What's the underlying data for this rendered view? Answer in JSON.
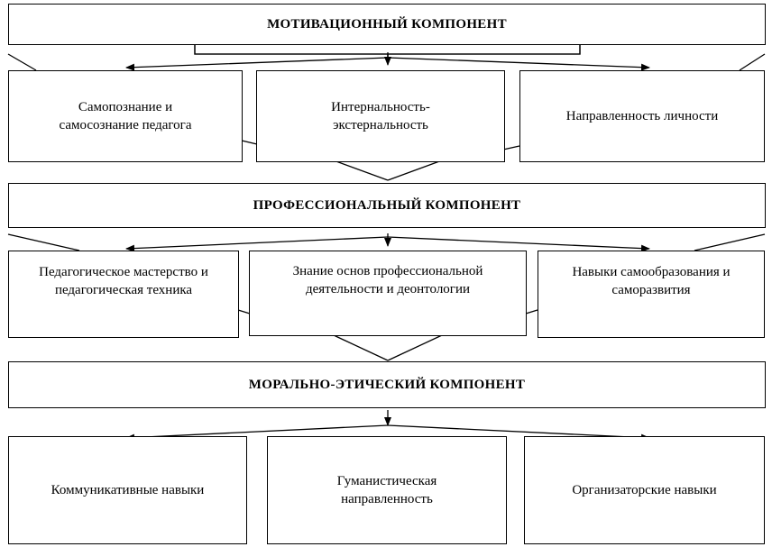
{
  "diagram": {
    "motivational": {
      "title": "МОТИВАЦИОННЫЙ КОМПОНЕНТ",
      "items": [
        {
          "line1": "Самопознание и",
          "line2": "самосознание педагога"
        },
        {
          "line1": "Интернальность-",
          "line2": "экстернальность"
        },
        {
          "line1": "Направленность личности",
          "line2": ""
        }
      ]
    },
    "professional": {
      "title": "ПРОФЕССИОНАЛЬНЫЙ КОМПОНЕНТ",
      "items": [
        {
          "line1": "Педагогическое мастерство и",
          "line2": "педагогическая техника"
        },
        {
          "line1": "Знание основ профессиональной",
          "line2": "деятельности и деонтологии"
        },
        {
          "line1": "Навыки самообразования и",
          "line2": "саморазвития"
        }
      ]
    },
    "moral": {
      "title": "МОРАЛЬНО-ЭТИЧЕСКИЙ КОМПОНЕНТ",
      "items": [
        {
          "line1": "Коммуникативные навыки",
          "line2": ""
        },
        {
          "line1": "Гуманистическая",
          "line2": "направленность"
        },
        {
          "line1": "Организаторские навыки",
          "line2": ""
        }
      ]
    }
  }
}
